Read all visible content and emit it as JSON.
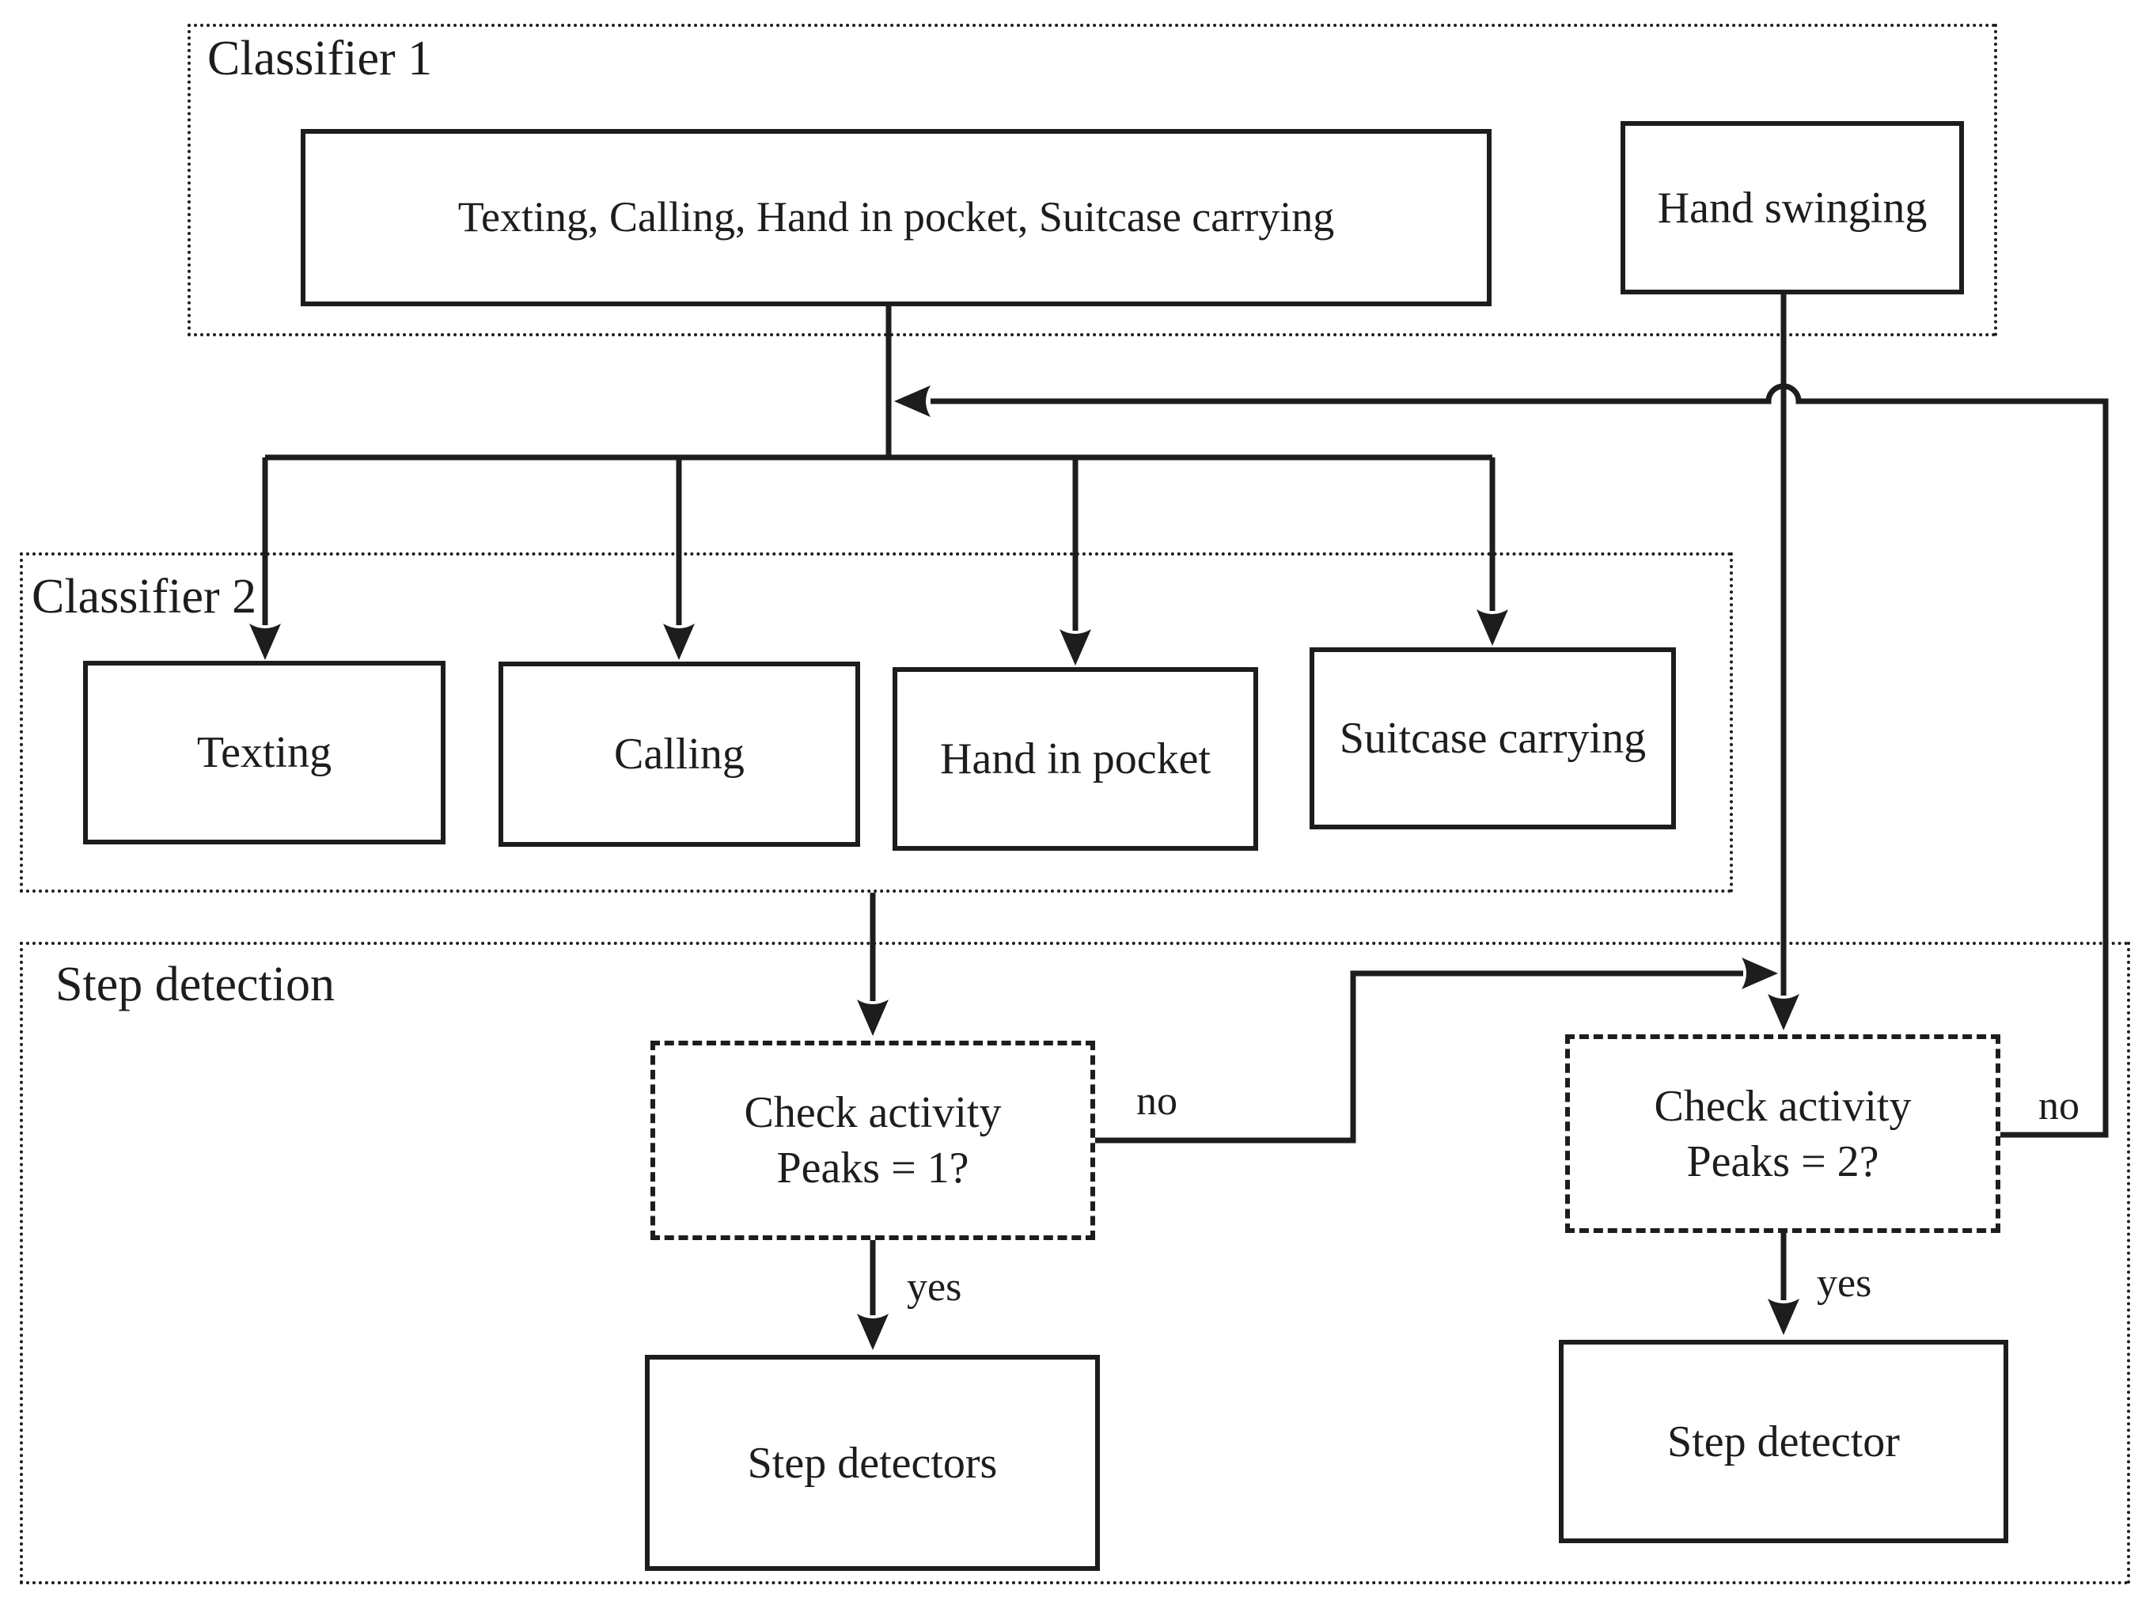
{
  "figure": {
    "type": "flowchart",
    "background": "#ffffff",
    "ink": "#1d1d1d"
  },
  "containers": {
    "classifier1": {
      "label": "Classifier 1"
    },
    "classifier2": {
      "label": "Classifier 2"
    },
    "step_detection": {
      "label": "Step detection"
    }
  },
  "nodes": {
    "activities": {
      "label": "Texting, Calling, Hand in pocket, Suitcase carrying"
    },
    "hand_swinging": {
      "label": "Hand swinging"
    },
    "texting": {
      "label": "Texting"
    },
    "calling": {
      "label": "Calling"
    },
    "hand_in_pocket": {
      "label": "Hand in pocket"
    },
    "suitcase_carrying": {
      "label": "Suitcase carrying"
    },
    "check_peaks_1": {
      "line1": "Check activity",
      "line2": "Peaks = 1?"
    },
    "check_peaks_2": {
      "line1": "Check activity",
      "line2": "Peaks = 2?"
    },
    "step_detectors": {
      "label": "Step detectors"
    },
    "step_detector": {
      "label": "Step detector"
    }
  },
  "edge_labels": {
    "peaks1_no": "no",
    "peaks1_yes": "yes",
    "peaks2_no": "no",
    "peaks2_yes": "yes"
  }
}
